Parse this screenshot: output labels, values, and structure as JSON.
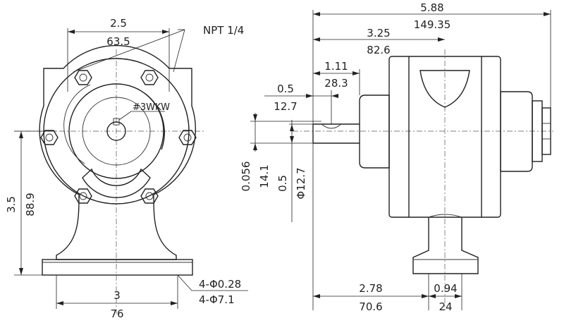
{
  "front_view": {
    "note_npt": "NPT 1/4",
    "keyway_label": "#3WKW",
    "top_width_in": "2.5",
    "top_width_mm": "63.5",
    "height_in": "3.5",
    "height_mm": "88.9",
    "base_width_in": "3",
    "base_width_mm": "76",
    "holes_in": "4-Φ0.28",
    "holes_mm": "4-Φ7.1"
  },
  "side_view": {
    "overall_in": "5.88",
    "overall_mm": "149.35",
    "to_center_in": "3.25",
    "to_center_mm": "82.6",
    "hub_in": "1.11",
    "hub_mm": "28.3",
    "key_in": "0.5",
    "key_mm": "12.7",
    "key_depth_in": "0.056",
    "key_depth_mm": "14.1",
    "shaft_dia_in": "0.5",
    "shaft_dia_mm": "Φ12.7",
    "base_left_in": "2.78",
    "base_left_mm": "70.6",
    "base_right_in": "0.94",
    "base_right_mm": "24"
  }
}
